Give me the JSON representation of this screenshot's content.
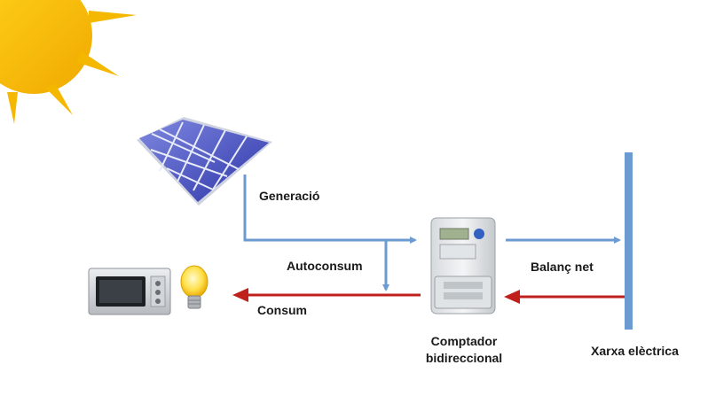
{
  "labels": {
    "generation": "Generació",
    "self_consumption": "Autoconsum",
    "consumption": "Consum",
    "net_balance": "Balanç net",
    "meter_line1": "Comptador",
    "meter_line2": "bidireccional",
    "grid": "Xarxa elèctrica"
  },
  "icons": {
    "sun": "sun-icon",
    "solar_panel": "solar-panel-icon",
    "microwave": "microwave-icon",
    "light_bulb": "light-bulb-icon",
    "meter": "bidirectional-meter-icon",
    "grid": "power-grid-icon"
  },
  "colors": {
    "generation_flow": "#6b9bd1",
    "consumption_flow": "#c0201c",
    "sun": "#f5b800",
    "panel": "#4a55c8",
    "grid_bar": "#6b9bd1"
  }
}
